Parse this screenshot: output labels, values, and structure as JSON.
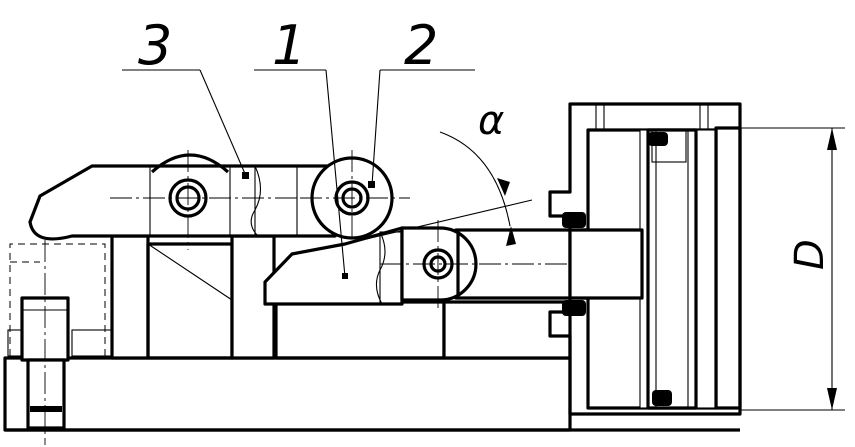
{
  "labels": {
    "part_3": "3",
    "part_1": "1",
    "part_2": "2",
    "angle": "α",
    "diameter": "D"
  },
  "colors": {
    "line": "#000000",
    "background": "#ffffff"
  }
}
